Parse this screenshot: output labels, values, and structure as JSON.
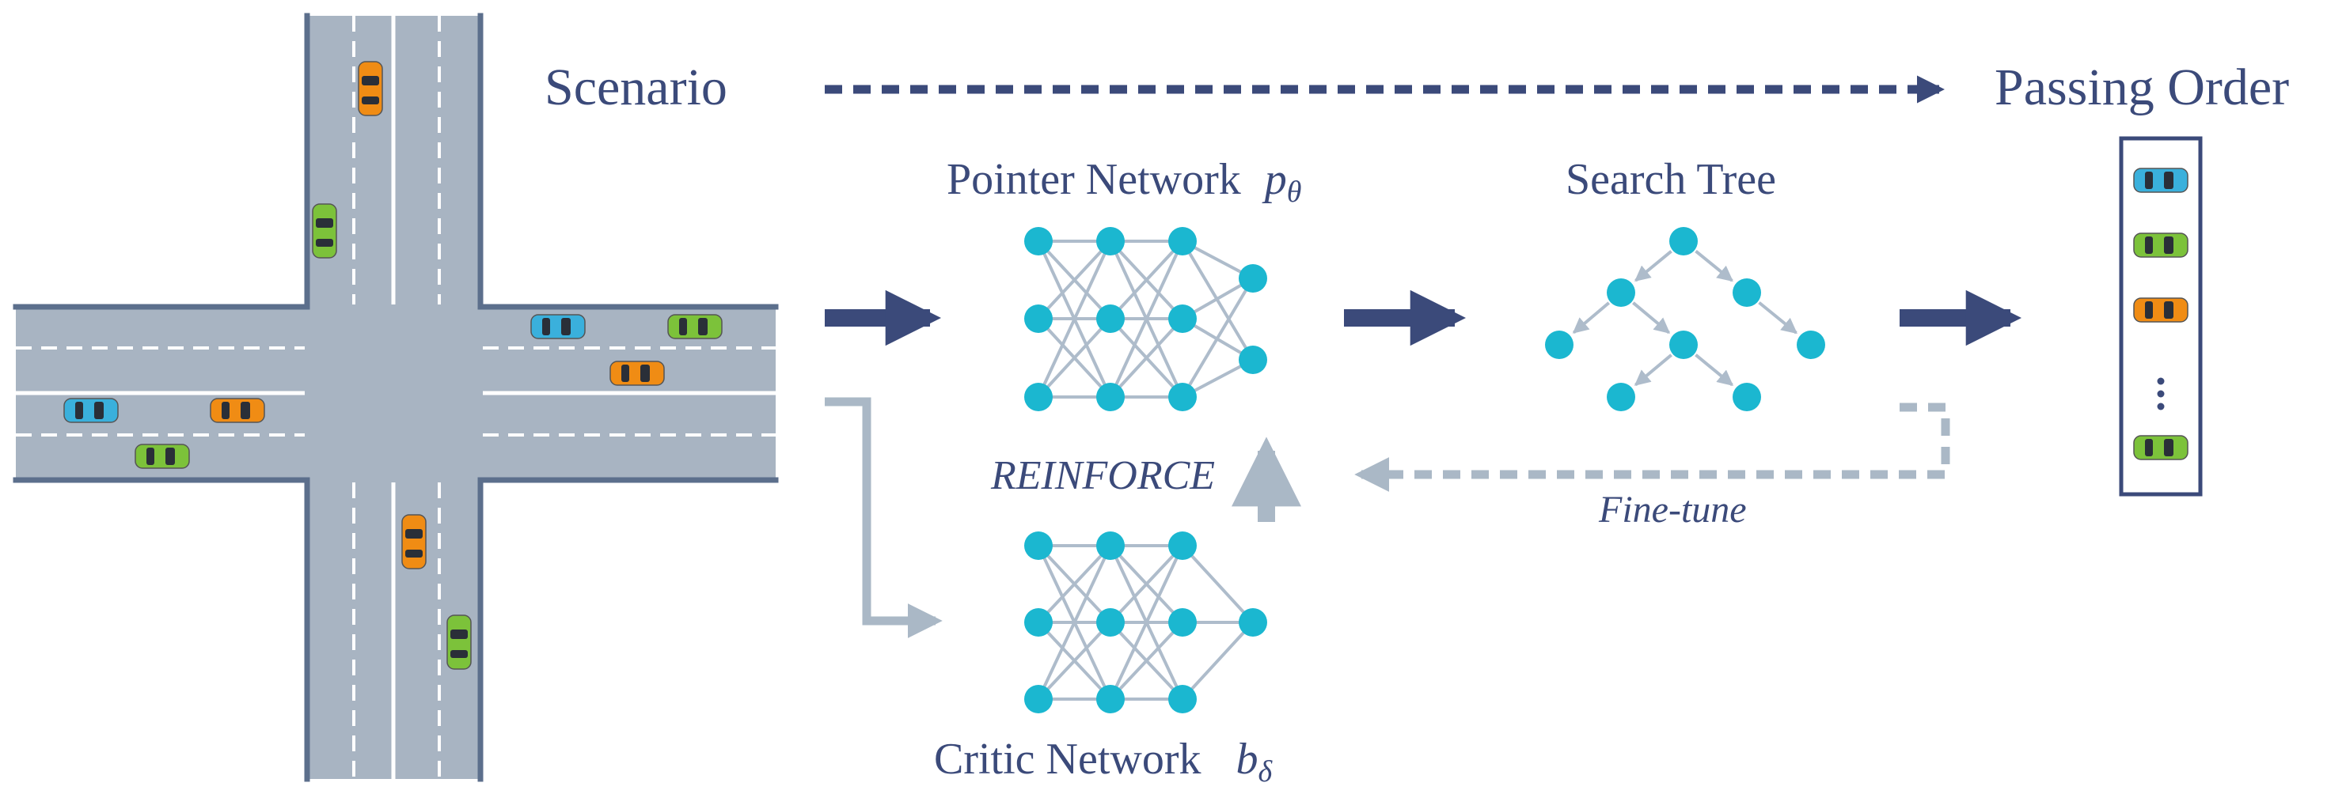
{
  "labels": {
    "scenario": "Scenario",
    "passing_order": "Passing Order",
    "pointer_network": "Pointer Network",
    "pointer_symbol": "p",
    "pointer_subscript": "θ",
    "search_tree": "Search Tree",
    "reinforce": "REINFORCE",
    "critic_network": "Critic Network",
    "critic_symbol": "b",
    "critic_subscript": "δ",
    "fine_tune": "Fine-tune"
  },
  "colors": {
    "road": "#a8b4c2",
    "road_edge": "#5c6f8c",
    "lane_marking": "#ffffff",
    "node": "#1bb7d0",
    "edge": "#aebccb",
    "primary_arrow": "#3b4a7a",
    "secondary_arrow": "#aab8c6",
    "label_text": "#3b4a7a",
    "car_blue": "#3ab0dc",
    "car_green": "#7cc23a",
    "car_orange": "#f08c14"
  },
  "passing_order_list": [
    {
      "name": "blue-car",
      "color": "#3ab0dc"
    },
    {
      "name": "green-car",
      "color": "#7cc23a"
    },
    {
      "name": "orange-car",
      "color": "#f08c14"
    },
    {
      "name": "ellipsis"
    },
    {
      "name": "green-car",
      "color": "#7cc23a"
    }
  ]
}
